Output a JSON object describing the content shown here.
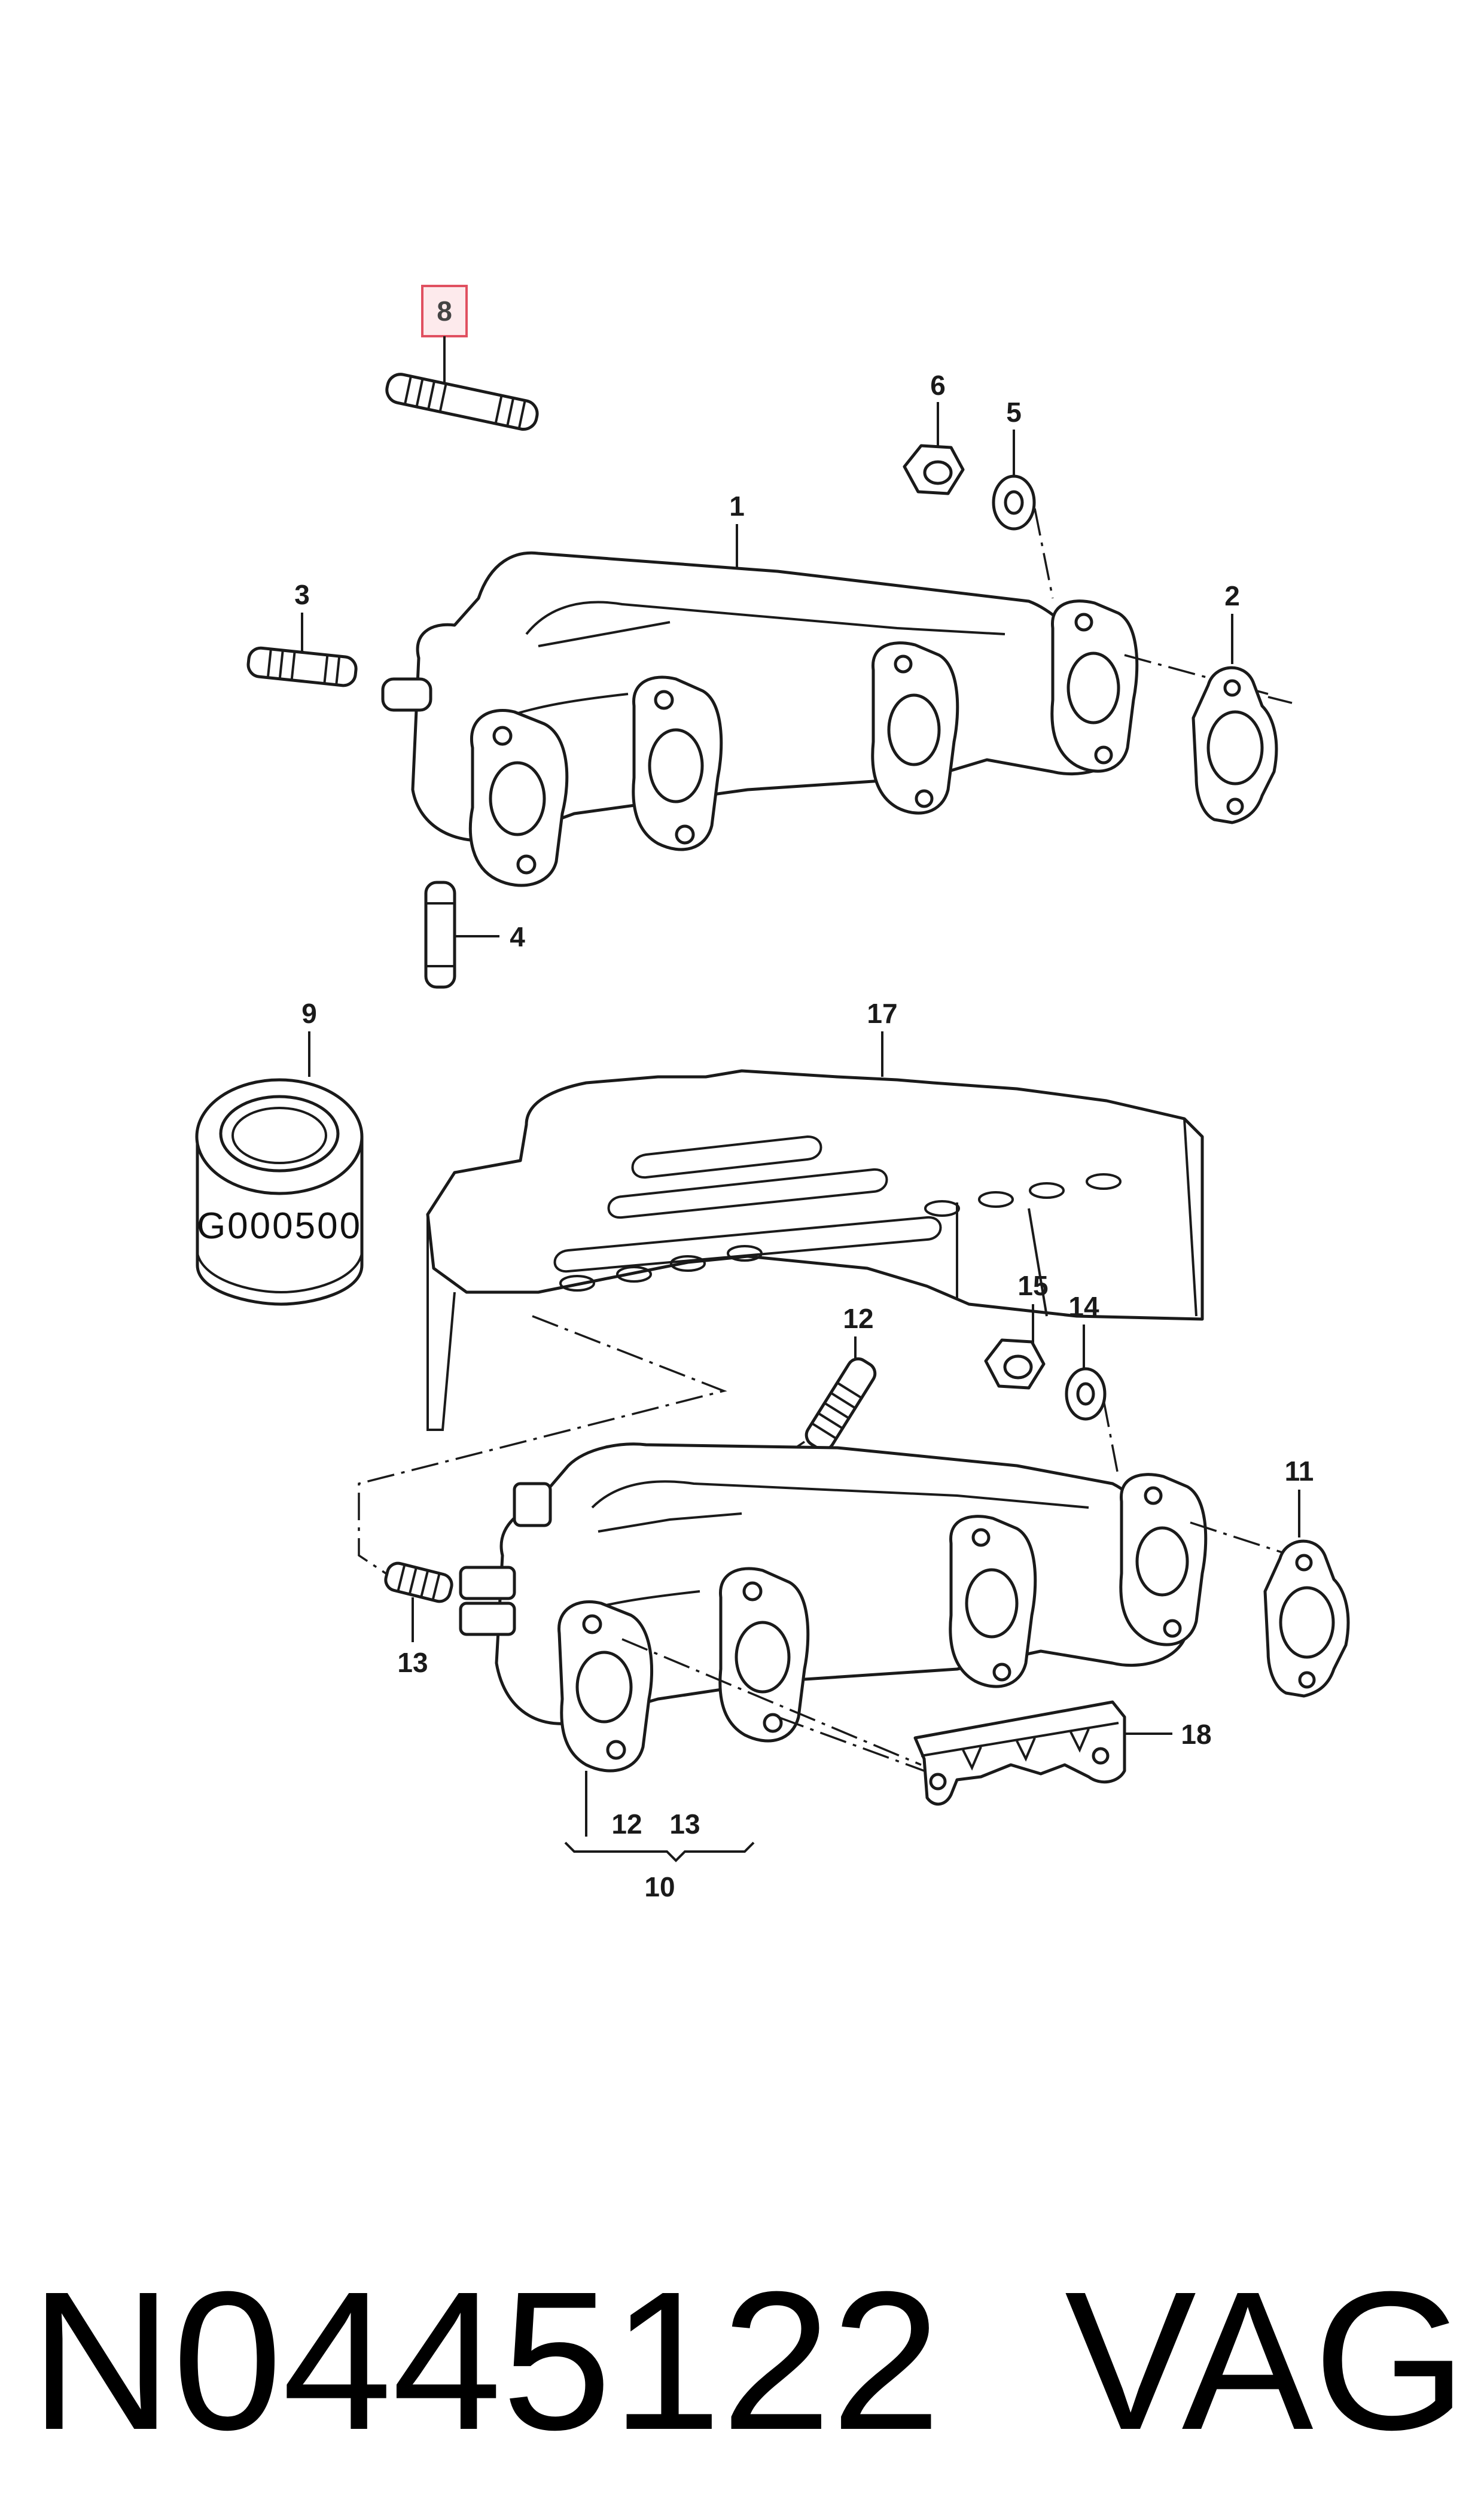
{
  "callouts": {
    "c1": "1",
    "c2": "2",
    "c3": "3",
    "c4": "4",
    "c5": "5",
    "c6": "6",
    "c8": "8",
    "c9": "9",
    "c10": "10",
    "c11": "11",
    "c12a": "12",
    "c12b": "12",
    "c13a": "13",
    "c13b": "13",
    "c14": "14",
    "c15": "15",
    "c17": "17",
    "c18": "18"
  },
  "sealant_label": "G000500",
  "highlighted_part": "8",
  "footer": {
    "part_number": "N0445122",
    "brand": "VAG"
  },
  "colors": {
    "line": "#1a1a1a",
    "highlight_fill": "#fdeaec",
    "highlight_stroke": "#e05060"
  }
}
